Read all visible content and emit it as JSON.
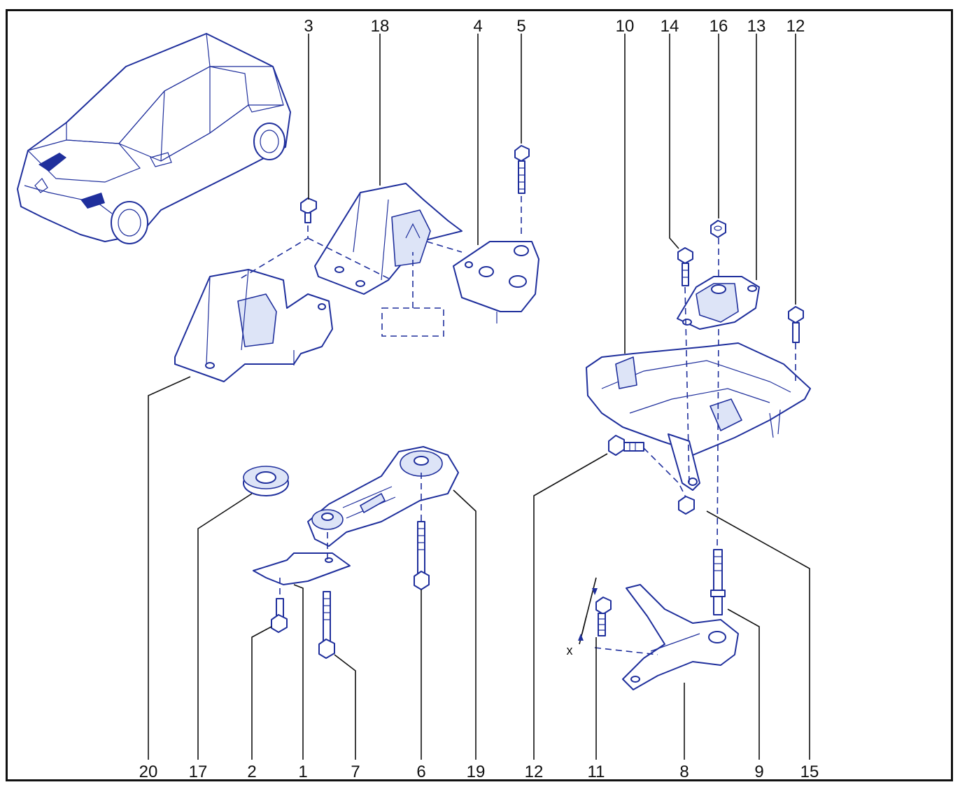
{
  "diagram": {
    "top_labels": [
      "3",
      "18",
      "4",
      "5",
      "10",
      "14",
      "16",
      "13",
      "12"
    ],
    "bottom_labels": [
      "20",
      "17",
      "2",
      "1",
      "7",
      "6",
      "19",
      "12",
      "11",
      "8",
      "9",
      "15"
    ],
    "dimension_label": "x"
  },
  "colors": {
    "line_art": "#1f2f9c",
    "frame": "#111111",
    "text": "#111111"
  }
}
